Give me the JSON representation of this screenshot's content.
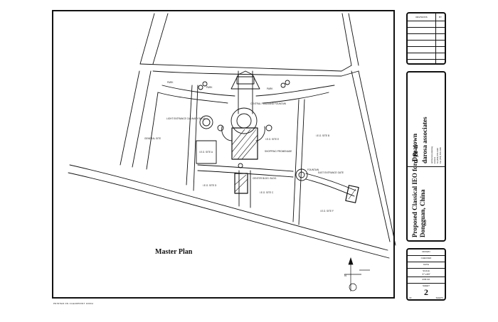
{
  "drawing": {
    "title": "Master Plan",
    "printed_note": "PRINTED ON CLEARPRINT 1000H",
    "north_label": "N",
    "plan_labels": {
      "park_1": "PARK",
      "park_2": "PARK",
      "park_3": "PARK",
      "central_plaza": "CENTRAL PLAZA AND FOUNTAIN",
      "light_entrance": "LIGHT ENTRANCE CULINARY BLDG.",
      "general_site": "GENERAL SITE",
      "ieo_site_a": "I.E.O. SITE A",
      "ieo_site_b": "I.E.O. SITE B",
      "ieo_site_c": "I.E.O. SITE C",
      "ieo_site_d": "I.E.O. SITE D",
      "ieo_site_e": "I.E.O. SITE E",
      "ieo_site_f": "I.E.O. SITE F",
      "shopping_promenade": "SHOPPING PROMENADE",
      "center_bldg": "CENTER BLDG. BLDG.",
      "fountain": "FOUNTAIN",
      "east_entrance": "EAST ENTRANCE GATE"
    }
  },
  "title_block": {
    "revisions_label": "REVISIONS",
    "by_label": "BY",
    "project_title_line1": "Proposed Classical IEO for Dynatown",
    "project_title_line2": "Dongguan, China",
    "firm_logo": "d & a",
    "firm_name": "darosa associates",
    "firm_address": [
      "architecture planning",
      "interiors",
      "Tel (555) 555-0148",
      "Fax (555) 555-0199"
    ],
    "drawn_label": "DRAWN",
    "checked_label": "CHECKED",
    "date_label": "DATE",
    "scale_label": "SCALE",
    "scale_value": "1\"=40'",
    "job_no_label": "JOB NO.",
    "sheet_label": "SHEET",
    "sheet_number": "2",
    "of_label": "OF",
    "sheets_label": "SHEETS"
  }
}
